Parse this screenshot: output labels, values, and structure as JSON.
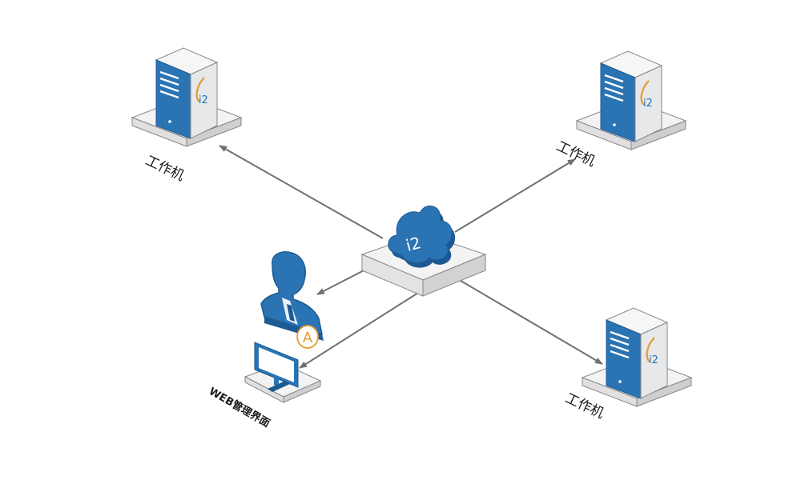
{
  "cloud_label": "i2",
  "workstations": [
    {
      "label": "工作机",
      "logo": "i2"
    },
    {
      "label": "工作机",
      "logo": "i2"
    },
    {
      "label": "工作机",
      "logo": "i2"
    }
  ],
  "admin": {
    "badge": "A",
    "label": "WEB管理界面",
    "icons": [
      "user-icon",
      "monitor-icon"
    ]
  },
  "colors": {
    "primary": "#2a74b4",
    "primary_dark": "#1d5a93",
    "accent": "#e59a2f",
    "server_body": "#e6e8ea",
    "platform": "#f3f3f3",
    "arrow": "#707070"
  }
}
